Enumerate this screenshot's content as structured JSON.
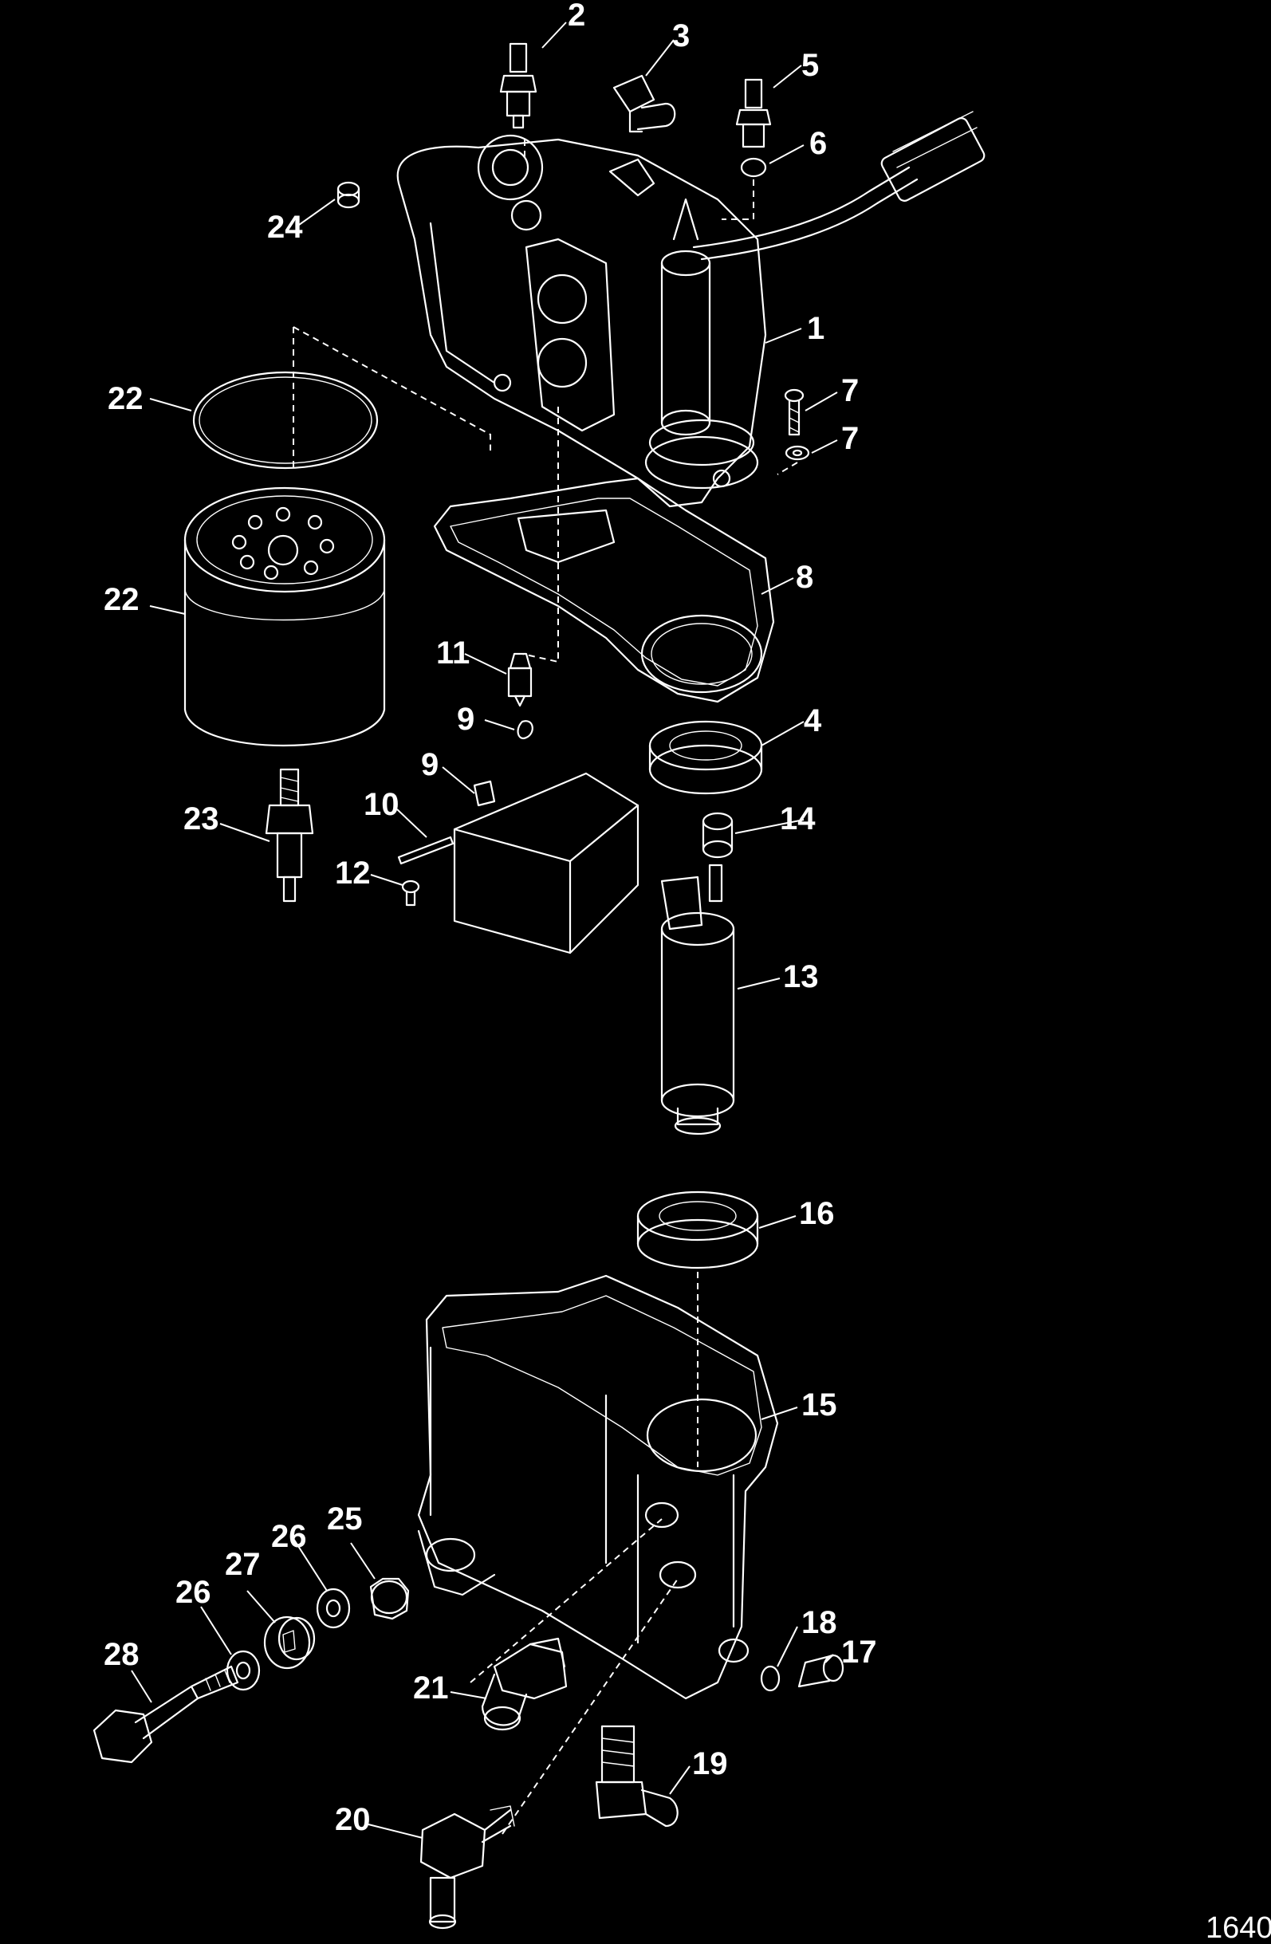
{
  "figure_number": "1640",
  "callouts": {
    "c1": "1",
    "c2": "2",
    "c3": "3",
    "c4": "4",
    "c5": "5",
    "c6": "6",
    "c7a": "7",
    "c7b": "7",
    "c8": "8",
    "c9a": "9",
    "c9b": "9",
    "c10": "10",
    "c11": "11",
    "c12": "12",
    "c13": "13",
    "c14": "14",
    "c15": "15",
    "c16": "16",
    "c17": "17",
    "c18": "18",
    "c19": "19",
    "c20": "20",
    "c21": "21",
    "c22a": "22",
    "c22b": "22",
    "c23": "23",
    "c24": "24",
    "c25": "25",
    "c26a": "26",
    "c26b": "26",
    "c27": "27",
    "c28": "28"
  }
}
